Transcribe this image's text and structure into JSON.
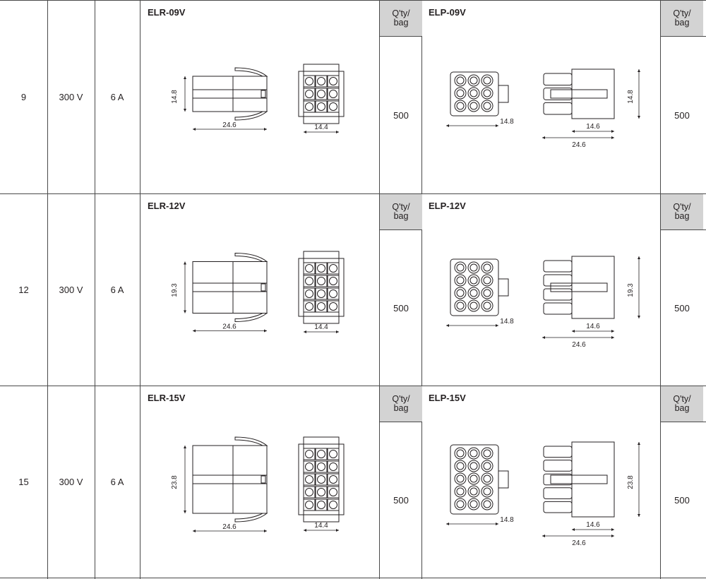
{
  "rows": [
    {
      "circuits": "9",
      "voltage": "300 V",
      "current": "6 A",
      "receptacle": {
        "part": "ELR-09V",
        "height_dim": "14.8",
        "length_dim": "24.6",
        "width_dim": "14.4",
        "rows": 3,
        "cols": 3
      },
      "receptacle_qty": {
        "header_line1": "Q'ty/",
        "header_line2": "bag",
        "value": "500"
      },
      "plug": {
        "part": "ELP-09V",
        "width_dim": "14.8",
        "height_dim": "14.8",
        "depth_dim": "14.6",
        "length_dim": "24.6",
        "rows": 3,
        "cols": 3
      },
      "plug_qty": {
        "header_line1": "Q'ty/",
        "header_line2": "bag",
        "value": "500"
      }
    },
    {
      "circuits": "12",
      "voltage": "300 V",
      "current": "6 A",
      "receptacle": {
        "part": "ELR-12V",
        "height_dim": "19.3",
        "length_dim": "24.6",
        "width_dim": "14.4",
        "rows": 4,
        "cols": 3
      },
      "receptacle_qty": {
        "header_line1": "Q'ty/",
        "header_line2": "bag",
        "value": "500"
      },
      "plug": {
        "part": "ELP-12V",
        "width_dim": "14.8",
        "height_dim": "19.3",
        "depth_dim": "14.6",
        "length_dim": "24.6",
        "rows": 4,
        "cols": 3
      },
      "plug_qty": {
        "header_line1": "Q'ty/",
        "header_line2": "bag",
        "value": "500"
      }
    },
    {
      "circuits": "15",
      "voltage": "300 V",
      "current": "6 A",
      "receptacle": {
        "part": "ELR-15V",
        "height_dim": "23.8",
        "length_dim": "24.6",
        "width_dim": "14.4",
        "rows": 5,
        "cols": 3
      },
      "receptacle_qty": {
        "header_line1": "Q'ty/",
        "header_line2": "bag",
        "value": "500"
      },
      "plug": {
        "part": "ELP-15V",
        "width_dim": "14.8",
        "height_dim": "23.8",
        "depth_dim": "14.6",
        "length_dim": "24.6",
        "rows": 5,
        "cols": 3
      },
      "plug_qty": {
        "header_line1": "Q'ty/",
        "header_line2": "bag",
        "value": "500"
      }
    }
  ]
}
